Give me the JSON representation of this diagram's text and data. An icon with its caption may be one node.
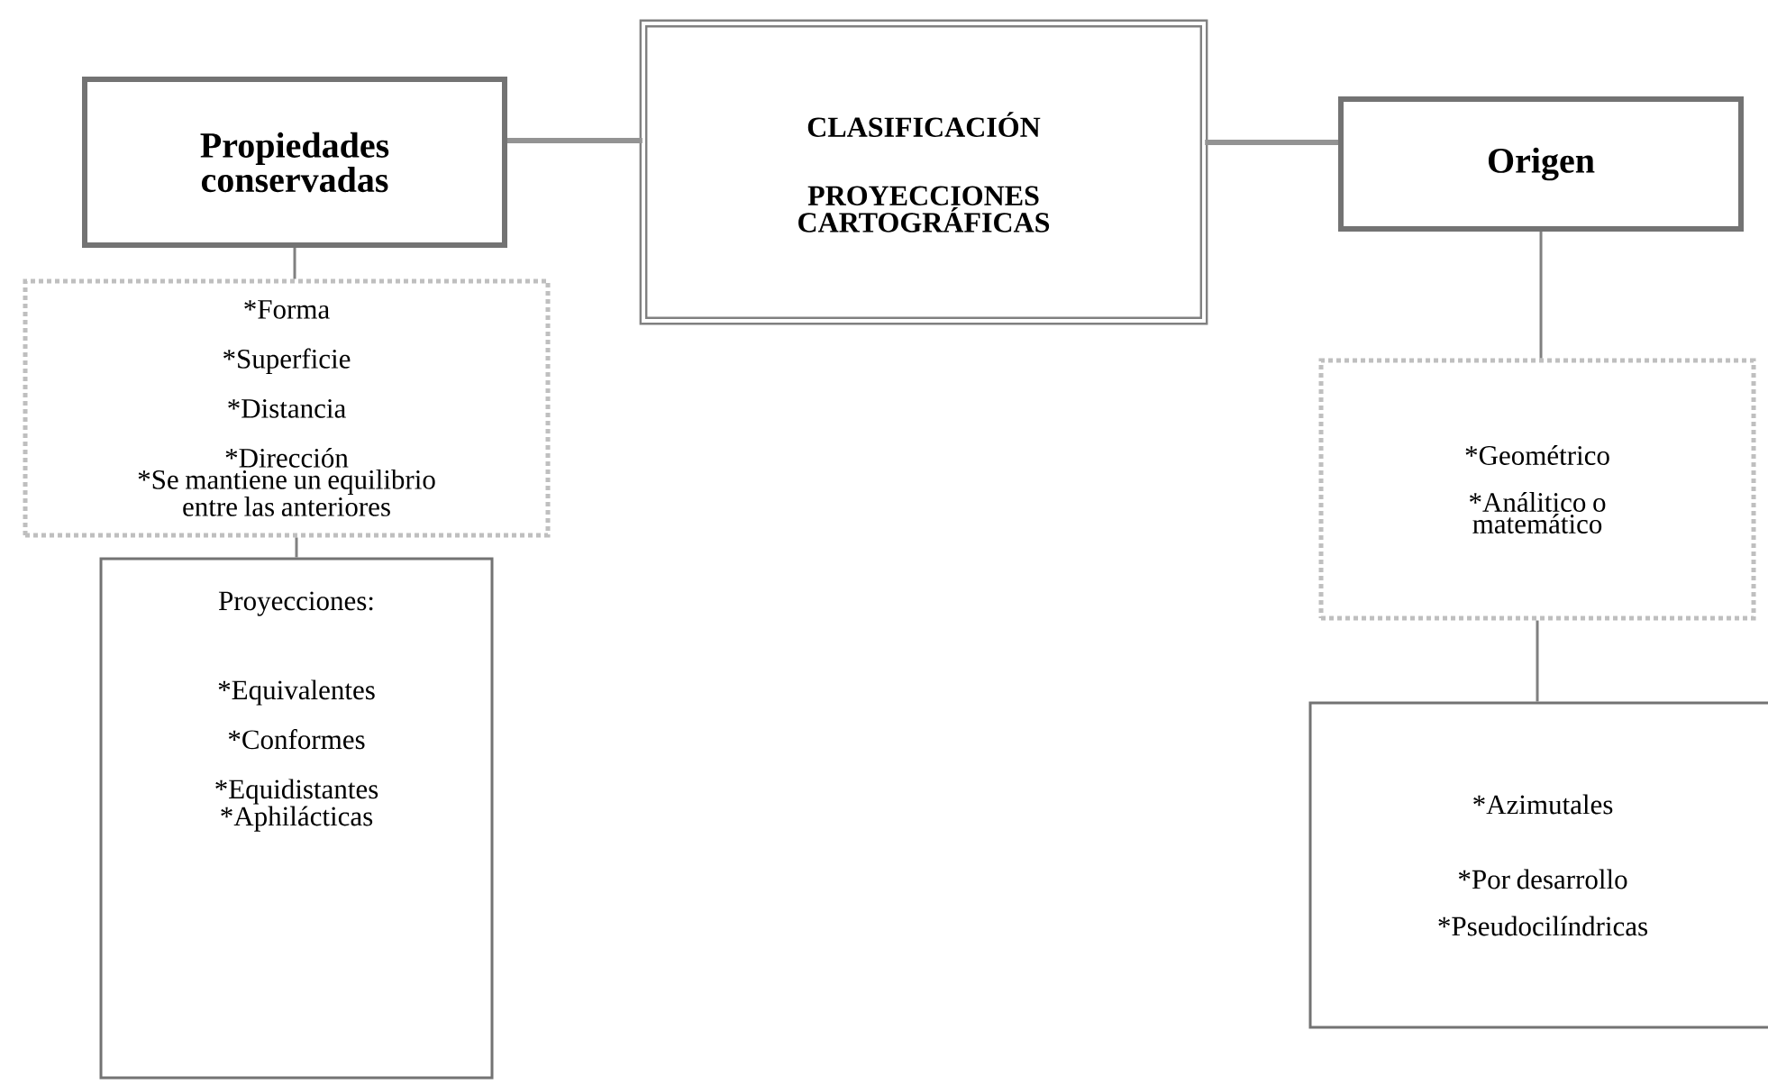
{
  "diagram": {
    "nodes": [
      {
        "text": [
          "CLASIFICACIÓN",
          "PROYECCIONES CARTOGRÁFICAS"
        ]
      },
      {
        "text": [
          "Propiedades conservadas"
        ]
      },
      {
        "text": [
          "*Forma",
          "*Superficie",
          "*Distancia",
          "*Dirección",
          "*Se mantiene un equilibrio entre las anteriores"
        ]
      },
      {
        "text": [
          "Proyecciones:",
          "*Equivalentes",
          "*Conformes",
          "*Equidistantes",
          "*Aphilácticas"
        ]
      },
      {
        "text": [
          "Origen"
        ]
      },
      {
        "text": [
          "*Geométrico",
          "*Análitico o matemático"
        ]
      },
      {
        "text": [
          "*Azimutales",
          "*Por desarrollo",
          "*Pseudocilíndricas"
        ]
      }
    ],
    "edges": [
      {
        "from": 0,
        "to": 1,
        "arrow": "none",
        "style": "thick"
      },
      {
        "from": 0,
        "to": 4,
        "arrow": "none",
        "style": "thick"
      },
      {
        "from": 1,
        "to": 2,
        "arrow": "none"
      },
      {
        "from": 2,
        "to": 3,
        "arrow": "none"
      },
      {
        "from": 4,
        "to": 5,
        "arrow": "none"
      },
      {
        "from": 5,
        "to": 6,
        "arrow": "none"
      }
    ]
  }
}
